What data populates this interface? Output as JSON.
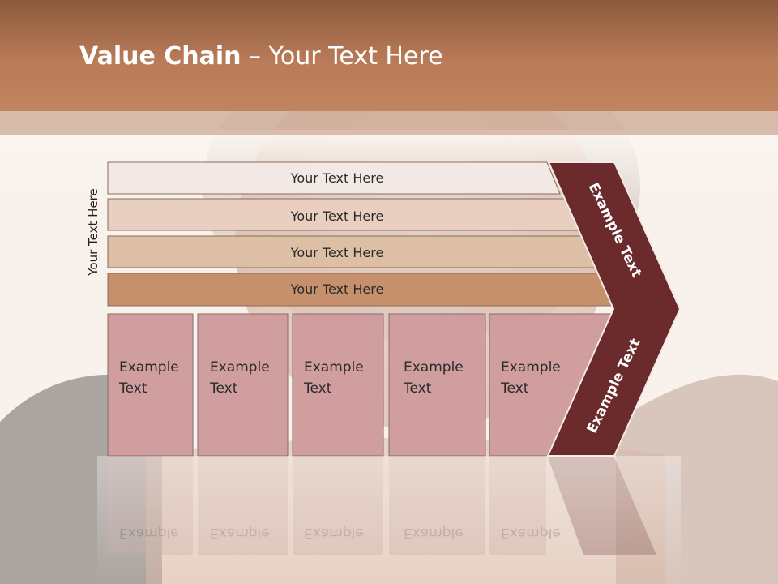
{
  "slide": {
    "title_bold": "Value Chain",
    "title_rest": " – Your Text Here",
    "side_label": "Your Text Here"
  },
  "rows": [
    {
      "label": "Your Text Here",
      "color": "#f3e9e4"
    },
    {
      "label": "Your Text Here",
      "color": "#e8cfc0"
    },
    {
      "label": "Your Text Here",
      "color": "#ddbfa6"
    },
    {
      "label": "Your Text Here",
      "color": "#c7906c"
    }
  ],
  "boxes": [
    {
      "line1": "Example",
      "line2": "Text"
    },
    {
      "line1": "Example",
      "line2": "Text"
    },
    {
      "line1": "Example",
      "line2": "Text"
    },
    {
      "line1": "Example",
      "line2": "Text"
    },
    {
      "line1": "Example",
      "line2": "Text"
    }
  ],
  "chevron": {
    "upper": "Example Text",
    "lower": "Example Text",
    "color": "#6b2a2c"
  },
  "box_color": "#d09e9f"
}
